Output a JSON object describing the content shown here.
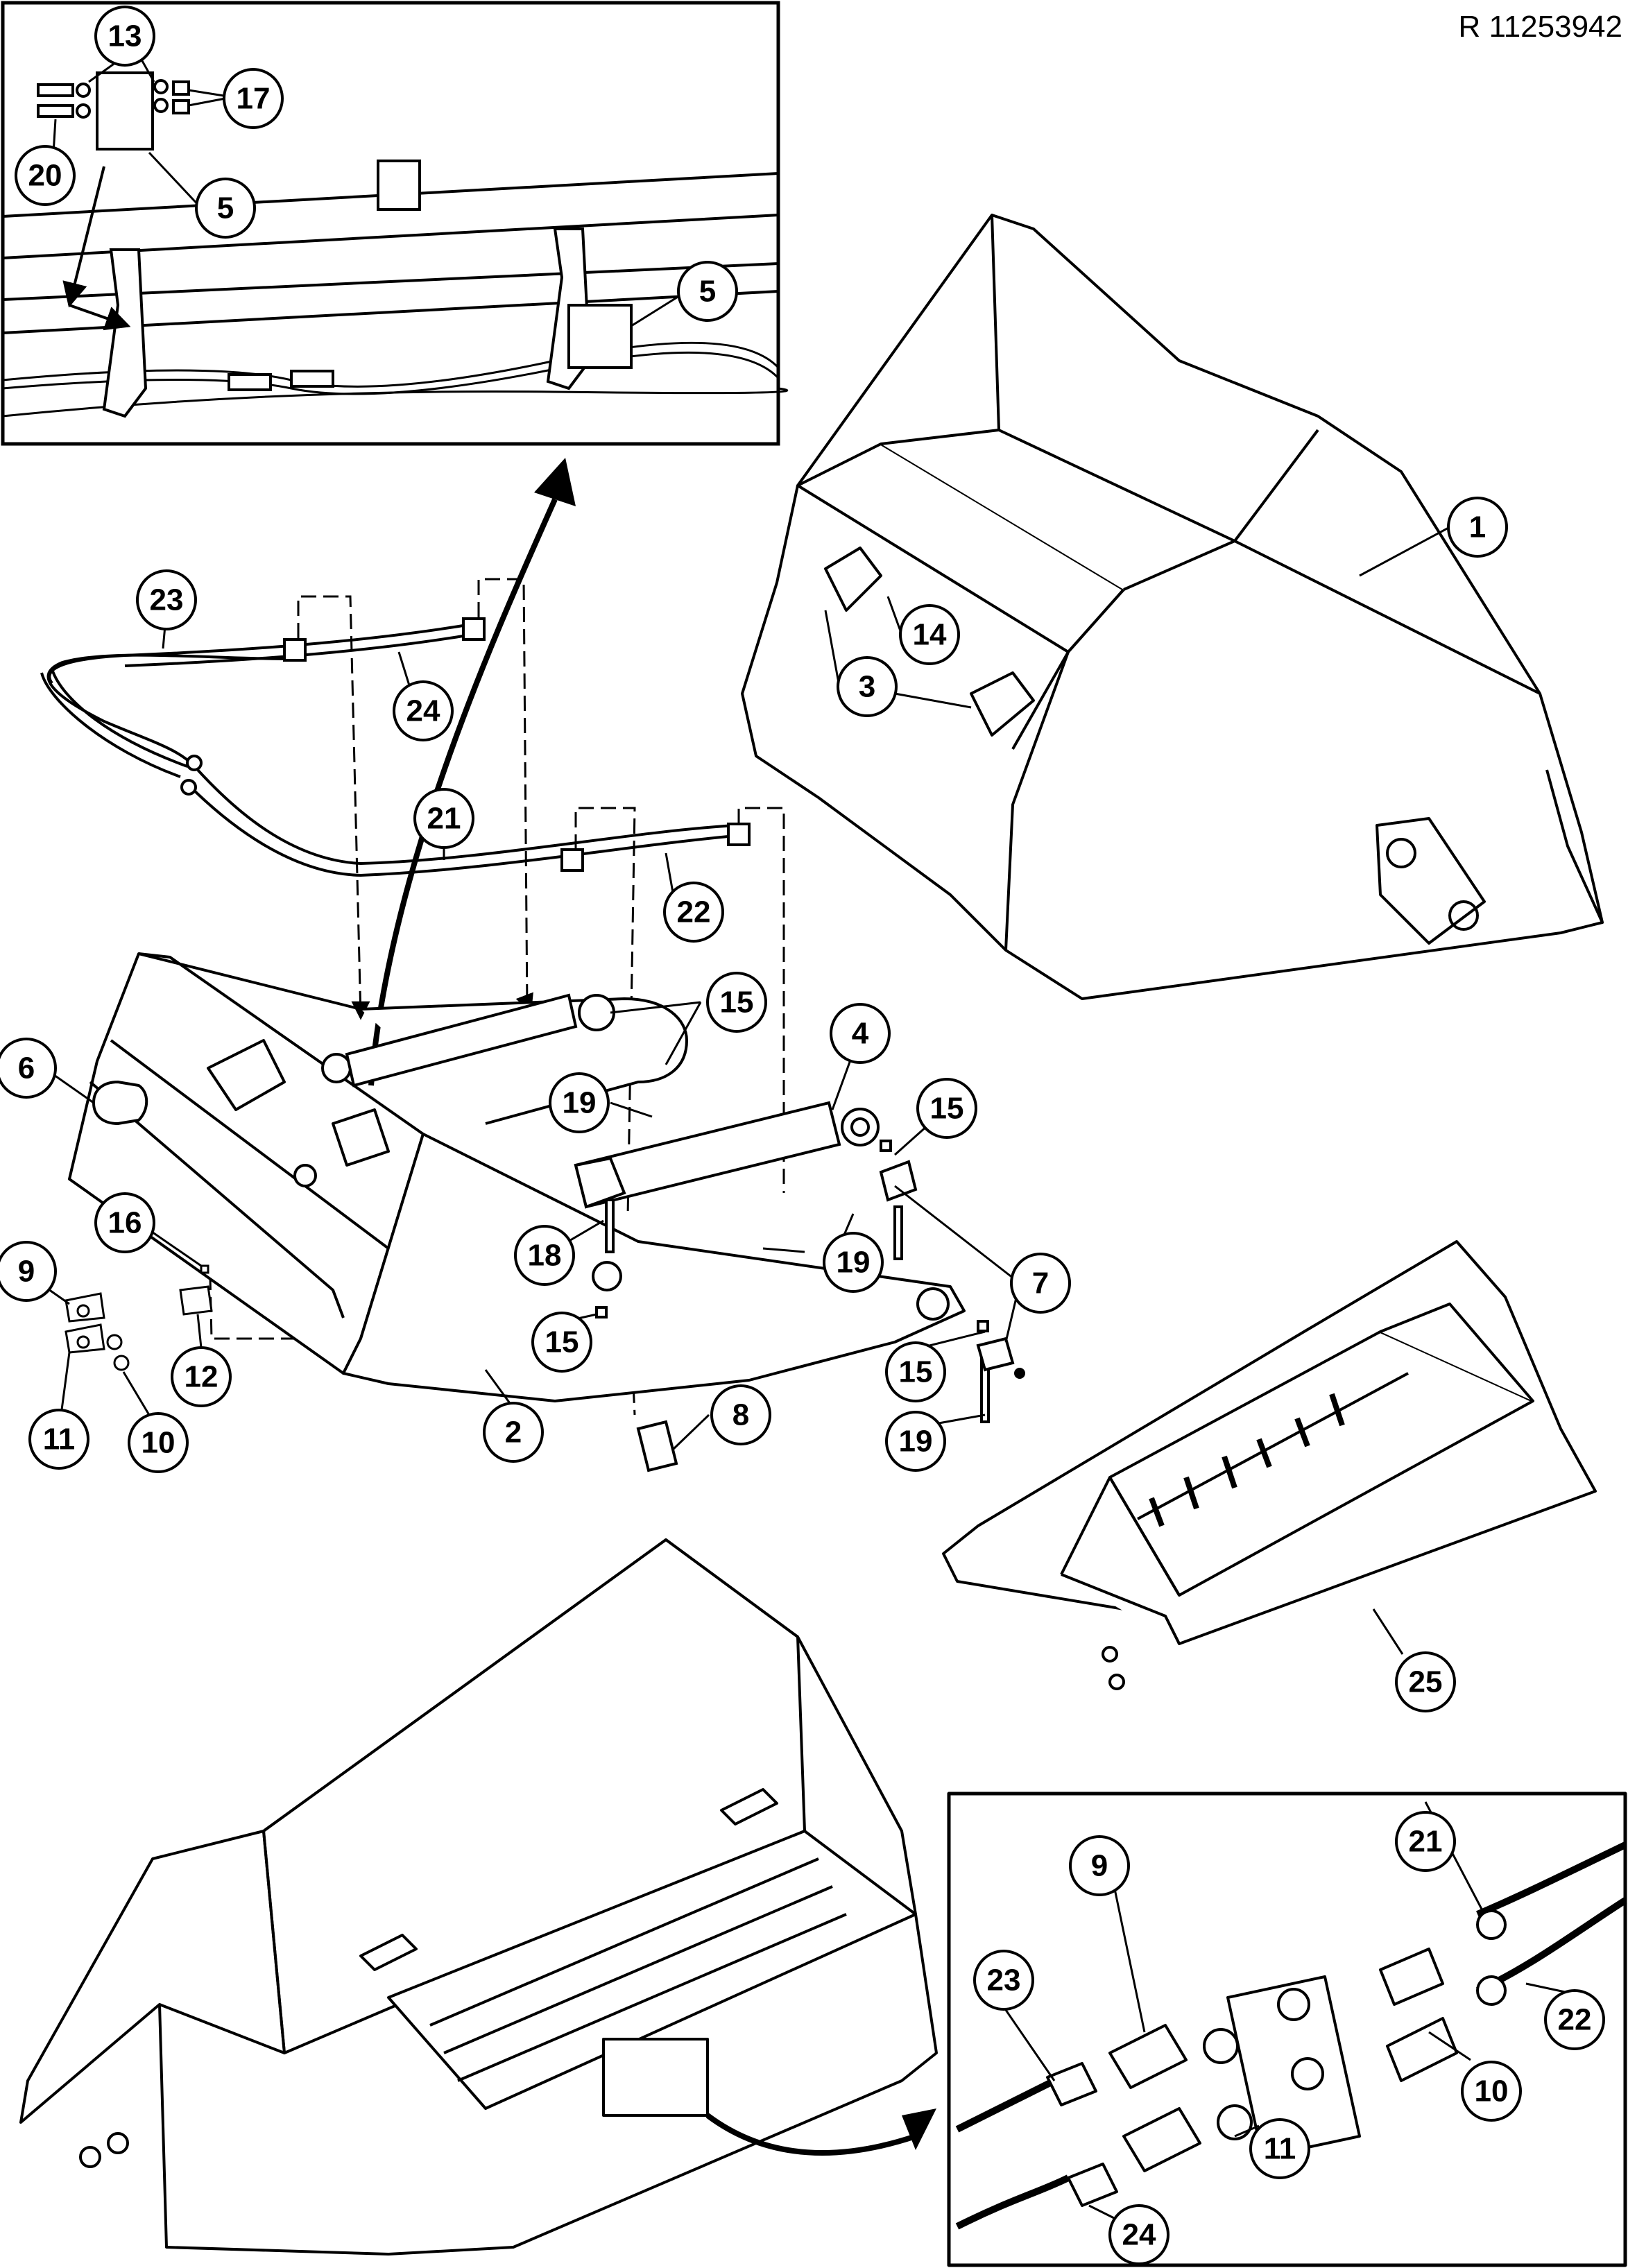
{
  "document": {
    "reference_id": "R 11253942"
  },
  "callouts": [
    {
      "id": "c13",
      "number": "13"
    },
    {
      "id": "c17",
      "number": "17"
    },
    {
      "id": "c20",
      "number": "20"
    },
    {
      "id": "c5a",
      "number": "5"
    },
    {
      "id": "c5b",
      "number": "5"
    },
    {
      "id": "c1",
      "number": "1"
    },
    {
      "id": "c14",
      "number": "14"
    },
    {
      "id": "c3",
      "number": "3"
    },
    {
      "id": "c23a",
      "number": "23"
    },
    {
      "id": "c24a",
      "number": "24"
    },
    {
      "id": "c21a",
      "number": "21"
    },
    {
      "id": "c22a",
      "number": "22"
    },
    {
      "id": "c15a",
      "number": "15"
    },
    {
      "id": "c4",
      "number": "4"
    },
    {
      "id": "c6",
      "number": "6"
    },
    {
      "id": "c19a",
      "number": "19"
    },
    {
      "id": "c15b",
      "number": "15"
    },
    {
      "id": "c16",
      "number": "16"
    },
    {
      "id": "c9a",
      "number": "9"
    },
    {
      "id": "c18",
      "number": "18"
    },
    {
      "id": "c19b",
      "number": "19"
    },
    {
      "id": "c7",
      "number": "7"
    },
    {
      "id": "c15c",
      "number": "15"
    },
    {
      "id": "c12",
      "number": "12"
    },
    {
      "id": "c15d",
      "number": "15"
    },
    {
      "id": "c11a",
      "number": "11"
    },
    {
      "id": "c10a",
      "number": "10"
    },
    {
      "id": "c2",
      "number": "2"
    },
    {
      "id": "c8",
      "number": "8"
    },
    {
      "id": "c19c",
      "number": "19"
    },
    {
      "id": "c25",
      "number": "25"
    },
    {
      "id": "c21b",
      "number": "21"
    },
    {
      "id": "c9b",
      "number": "9"
    },
    {
      "id": "c23b",
      "number": "23"
    },
    {
      "id": "c22b",
      "number": "22"
    },
    {
      "id": "c10b",
      "number": "10"
    },
    {
      "id": "c11b",
      "number": "11"
    },
    {
      "id": "c24b",
      "number": "24"
    }
  ]
}
